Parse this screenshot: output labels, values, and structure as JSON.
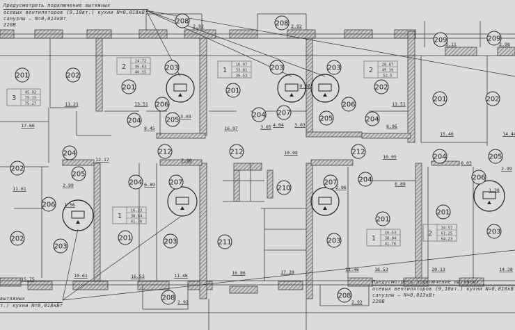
{
  "note": {
    "line1": "Предусмотреть подключение вытяжных",
    "line2": "осевых вентиляторов (9,10вт.) кухни N=0,018кВт",
    "line3": "санузлы – N=0,013кВт",
    "line4": "220В"
  },
  "note_partial": {
    "line1": "вытяжных",
    "line2": "т.) кухни N=0,018кВт"
  },
  "rooms": [
    "201",
    "202",
    "201",
    "203",
    "201",
    "203",
    "203",
    "202",
    "201",
    "202",
    "208",
    "208",
    "209",
    "209",
    "206",
    "204",
    "205",
    "204",
    "212",
    "204",
    "207",
    "205",
    "206",
    "204",
    "212",
    "212",
    "204",
    "205",
    "202",
    "205",
    "206",
    "202",
    "203",
    "204",
    "201",
    "207",
    "203",
    "211",
    "210",
    "207",
    "204",
    "203",
    "201",
    "201",
    "206",
    "203",
    "208",
    "208"
  ],
  "areas": [
    "11.21",
    "13.51",
    "17.66",
    "8.45",
    "3.03",
    "16.97",
    "2.92",
    "2.92",
    "8.03",
    "9.02",
    "4.04",
    "3.65",
    "3.03",
    "6.96",
    "13.51",
    "15.46",
    "14.44",
    "3.11",
    "2.98",
    "12.17",
    "7.90",
    "10.98",
    "10.05",
    "8.03",
    "11.61",
    "2.99",
    "1.56",
    "6.89",
    "15.75",
    "10.61",
    "16.53",
    "11.46",
    "16.86",
    "17.28",
    "11.46",
    "16.53",
    "20.13",
    "14.28",
    "2.92",
    "2.92",
    "6.89",
    "1.38",
    "2.96",
    "2.99"
  ],
  "apartments": [
    {
      "rooms": "3",
      "living": "45.02",
      "total": "75.15",
      "gross": "75.27"
    },
    {
      "rooms": "2",
      "living": "24.72",
      "total": "46.63",
      "gross": "46.55"
    },
    {
      "rooms": "1",
      "living": "16.97",
      "total": "33.81",
      "gross": "36.53"
    },
    {
      "rooms": "2",
      "living": "28.87",
      "total": "49.39",
      "gross": "52.5"
    },
    {
      "rooms": "1",
      "living": "16.53",
      "total": "38.84",
      "gross": "41.76"
    },
    {
      "rooms": "1",
      "living": "16.53",
      "total": "38.84",
      "gross": "41.76"
    },
    {
      "rooms": "2",
      "living": "34.57",
      "total": "61.25",
      "gross": "64.23"
    }
  ],
  "colors": {
    "paper": "#d9dbdc",
    "ink": "#3a3a3a",
    "hatch": "#6a6a6a"
  }
}
